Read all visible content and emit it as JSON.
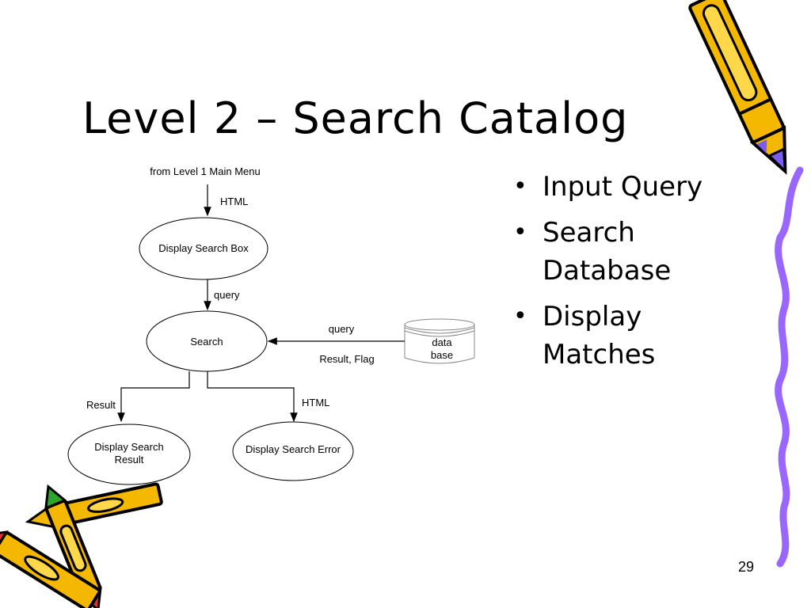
{
  "slide": {
    "title": "Level 2 – Search Catalog",
    "page_number": "29"
  },
  "bullets": [
    "Input Query",
    "Search Database",
    "Display Matches"
  ],
  "diagram": {
    "entry_label": "from Level 1 Main Menu",
    "arrow_html_top": "HTML",
    "node_display_search_box": "Display Search Box",
    "arrow_query_down": "query",
    "node_search": "Search",
    "arrow_query_db": "query",
    "arrow_result_flag": "Result, Flag",
    "datastore_line1": "data",
    "datastore_line2": "base",
    "branch_result": "Result",
    "branch_html": "HTML",
    "node_display_result_line1": "Display Search",
    "node_display_result_line2": "Result",
    "node_display_error": "Display Search Error"
  },
  "clipart": {
    "top_right": "pencil-icon",
    "bottom_left": "crayons-icon",
    "right_edge": "squiggle-border"
  },
  "colors": {
    "pencil_body": "#f5b800",
    "pencil_dark": "#000000",
    "tip_purple": "#7b5cf0",
    "squiggle": "#9966ff",
    "crayon_red": "#e8302a",
    "crayon_green": "#2ca52c"
  }
}
